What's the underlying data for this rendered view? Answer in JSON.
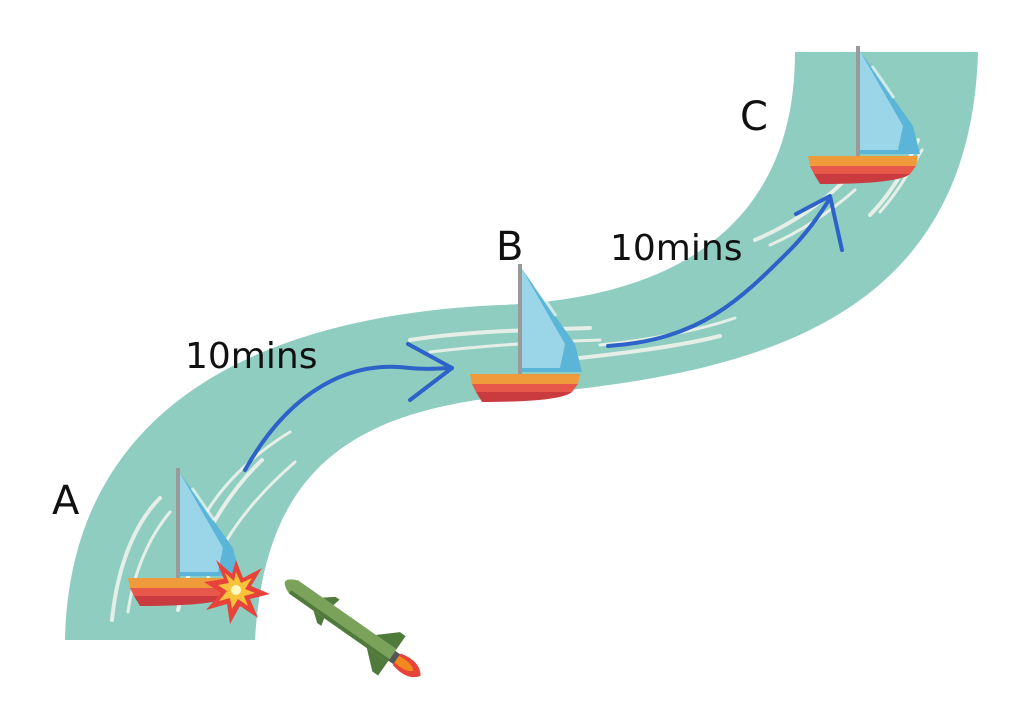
{
  "points": {
    "a": "A",
    "b": "B",
    "c": "C"
  },
  "segments": [
    {
      "duration": "10mins"
    },
    {
      "duration": "10mins"
    }
  ],
  "colors": {
    "river": "#8fcdc1",
    "foam": "#f4f4ee",
    "arrow": "#2d62c8",
    "sail_light": "#9ad5e8",
    "sail_dark": "#5bb5d8",
    "hull_top": "#ef9a3b",
    "hull_mid": "#e8584a",
    "hull_bottom": "#c93b3e",
    "mast": "#9a9a9a",
    "missile": "#7aa25a",
    "missile_dark": "#4f7a3b",
    "flame": "#f08a1e",
    "explosion": "#e8433a"
  },
  "icons": [
    "sailboat-icon",
    "missile-icon",
    "explosion-icon"
  ]
}
